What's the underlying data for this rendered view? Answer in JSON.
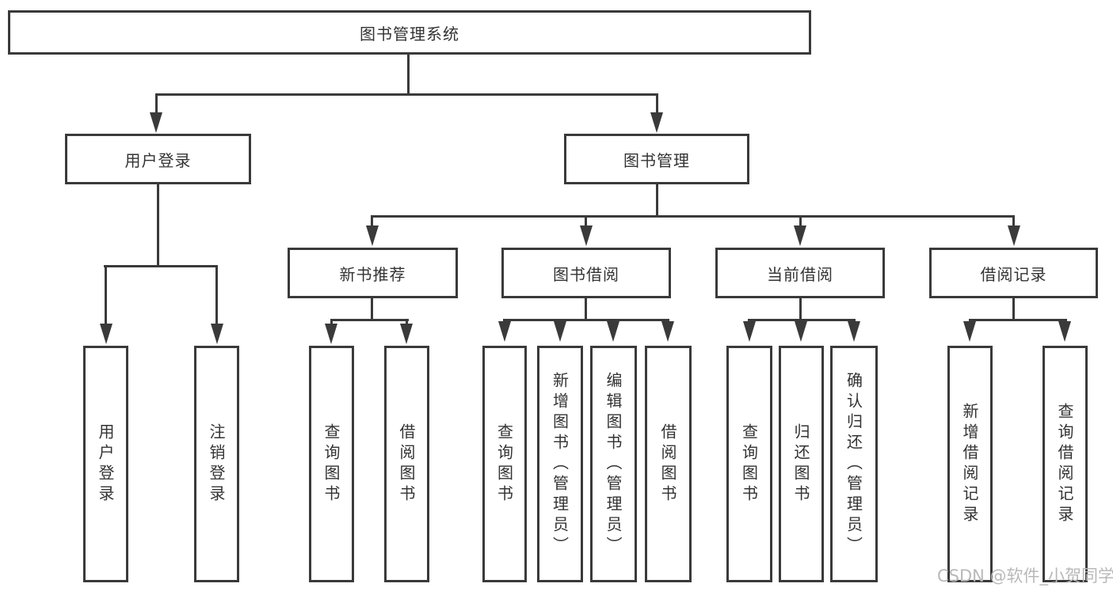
{
  "root_label": "图书管理系统",
  "user_login": {
    "label": "用户登录",
    "children": [
      "用户登录",
      "注销登录"
    ]
  },
  "book_mgmt": {
    "label": "图书管理"
  },
  "sections": [
    {
      "label": "新书推荐",
      "children": [
        "查询图书",
        "借阅图书"
      ]
    },
    {
      "label": "图书借阅",
      "children": [
        "查询图书",
        "新增图书（管理员）",
        "编辑图书（管理员）",
        "借阅图书"
      ]
    },
    {
      "label": "当前借阅",
      "children": [
        "查询图书",
        "归还图书",
        "确认归还（管理员）"
      ]
    },
    {
      "label": "借阅记录",
      "children": [
        "新增借阅记录",
        "查询借阅记录"
      ]
    }
  ],
  "watermark": "CSDN @软件_小贺同学",
  "colors": {
    "line": "#3a3a3a",
    "text": "#333333",
    "watermark": "#b9b9b9",
    "background": "#ffffff"
  }
}
